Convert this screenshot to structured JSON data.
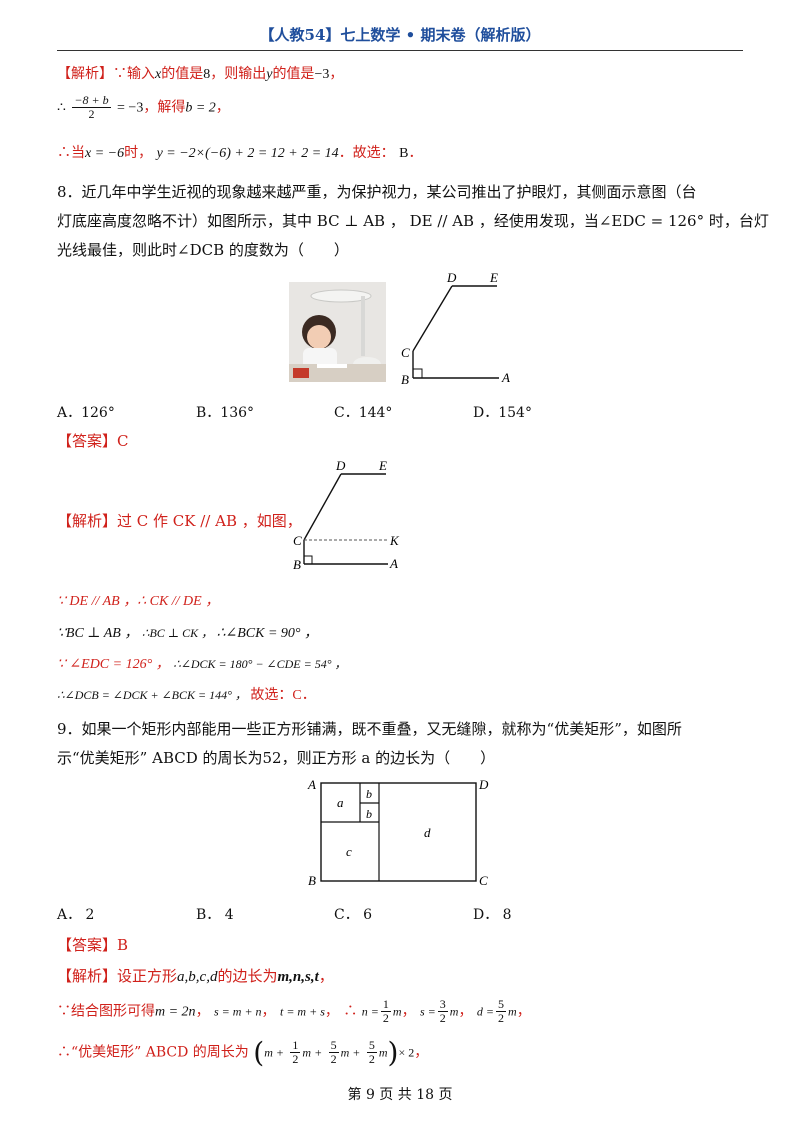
{
  "header": {
    "title": "【人教54】七上数学 • 期末卷（解析版）"
  },
  "tag": {
    "analysis": "【解析】",
    "answer": "【答案】"
  },
  "q7": {
    "line1": "∵输入",
    "x": "x",
    "line1b": "的值是",
    "val8": "8",
    "line1c": "，则输出",
    "y": "y",
    "line1d": "的值是",
    "valneg3": "−3",
    "line1e": "，",
    "line2_prefix": "∴",
    "frac_num": "−8 + b",
    "frac_den": "2",
    "line2_eq": "= −3",
    "line2_solve": "，解得",
    "line2_result": "b = 2",
    "line2_end": "，",
    "line3_prefix": "∴当",
    "line3_cond": "x = −6",
    "line3_when": "时，",
    "line3_eq": "y = −2×(−6) + 2 = 12 + 2 = 14",
    "line3_choose": "．故选：",
    "line3_answer": "B",
    "line3_end": "．"
  },
  "q8": {
    "line1": "8．近几年中学生近视的现象越来越严重，为保护视力，某公司推出了护眼灯，其侧面示意图（台",
    "line2": "灯底座高度忽略不计）如图所示，其中 BC ⊥ AB ， DE // AB ，经使用发现，当∠EDC = 126° 时，台灯",
    "line3": "光线最佳，则此时∠DCB 的度数为（　　）",
    "options": [
      "A．126°",
      "B．136°",
      "C．144°",
      "D．154°"
    ],
    "answer": "C",
    "analysis_text": "过 C 作 CK // AB ，如图，",
    "steps": [
      "∵ DE // AB ，∴ CK // DE ，",
      "∵BC ⊥ AB ，",
      "∴BC ⊥ CK ，",
      "∴∠BCK = 90° ，",
      "∵ ∠EDC = 126° ，",
      "∴∠DCK = 180° − ∠CDE = 54° ，",
      "∴∠DCB = ∠DCK + ∠BCK = 144° ，",
      "故选：C．"
    ],
    "fig_labels": {
      "D": "D",
      "E": "E",
      "C": "C",
      "B": "B",
      "A": "A",
      "K": "K"
    }
  },
  "q9": {
    "line1": "9．如果一个矩形内部能用一些正方形铺满，既不重叠，又无缝隙，就称为“优美矩形”，如图所",
    "line2": "示“优美矩形” ABCD 的周长为52，则正方形 a 的边长为（　　）",
    "options": [
      "A． 2",
      "B． 4",
      "C． 6",
      "D． 8"
    ],
    "answer": "B",
    "fig_labels": {
      "A": "A",
      "B": "B",
      "C": "C",
      "D": "D",
      "a": "a",
      "b": "b",
      "c": "c",
      "d": "d"
    },
    "a1": "设正方形",
    "a1_vars": "a,b,c,d",
    "a1_mid": "的边长为",
    "a1_vars2": "m,n,s,t",
    "a1_end": "，",
    "a2_prefix": "∵结合图形可得",
    "a2_eq1": "m = 2n",
    "a2_sep1": "，",
    "a2_eq2": "s = m + n",
    "a2_sep2": "，",
    "a2_eq3": "t = m + s",
    "a2_sep3": "，",
    "a2_thus": "∴",
    "n_eq": "n =",
    "s_eq": "s =",
    "d_eq": "d =",
    "half_num": "1",
    "half_den": "2",
    "three_num": "3",
    "five_num": "5",
    "m": "m",
    "a2_end": "，",
    "a3_prefix": "∴“优美矩形” ABCD 的周长为",
    "a3_expr_open": "(",
    "a3_m": "m +",
    "a3_plus": "m +",
    "a3_close": ")",
    "a3_times": "× 2",
    "a3_end": "，"
  },
  "footer": {
    "page": "第 9 页 共 18 页"
  }
}
